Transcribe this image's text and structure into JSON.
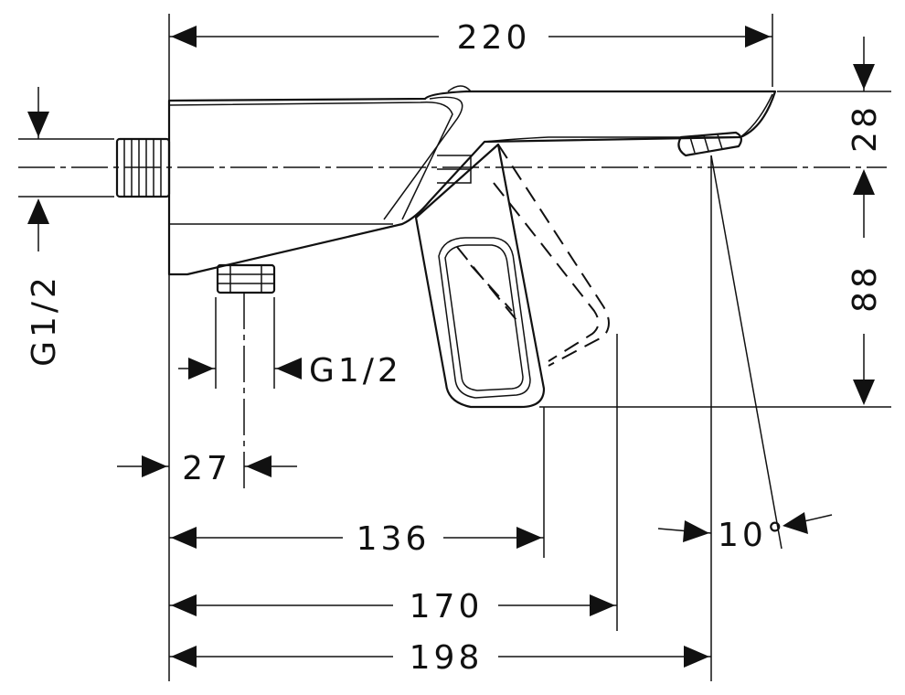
{
  "dimensions": {
    "overall_length": "220",
    "spout_height": "28",
    "handle_drop": "88",
    "inlet_thread_left": "G1/2",
    "inlet_thread_bottom": "G1/2",
    "inlet_offset": "27",
    "to_handle_front": "136",
    "to_handle_tip": "170",
    "to_spout_axis": "198",
    "spout_angle": "10°"
  },
  "colors": {
    "line": "#111111",
    "background": "#ffffff"
  }
}
